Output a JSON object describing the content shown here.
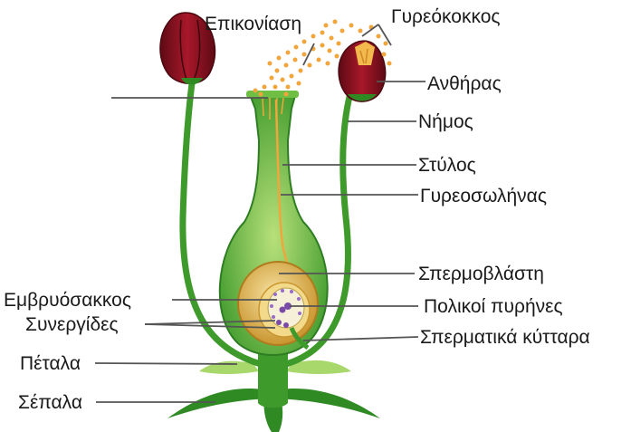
{
  "labels": {
    "pollination": "Επικονίαση",
    "pollen": "Γυρεόκοκκος",
    "anther": "Ανθήρας",
    "filament": "Νήμος",
    "style": "Στύλος",
    "pollen_tube": "Γυρεοσωλήνας",
    "ovule": "Σπερμοβλάστη",
    "embryo_sac": "Εμβρυόσακκος",
    "polar_nuclei": "Πολικοί πυρήνες",
    "synergids": "Συνεργίδες",
    "sperm_cells": "Σπερματικά κύτταρα",
    "petals": "Πέταλα",
    "sepals": "Σέπαλα"
  },
  "colors": {
    "stem_green": "#3f9a2c",
    "light_green": "#8fd05a",
    "anther_red": "#8b1020",
    "pollen_orange": "#f0a63c",
    "ovule_yellow": "#e9c25a",
    "leader_line": "#555555"
  }
}
